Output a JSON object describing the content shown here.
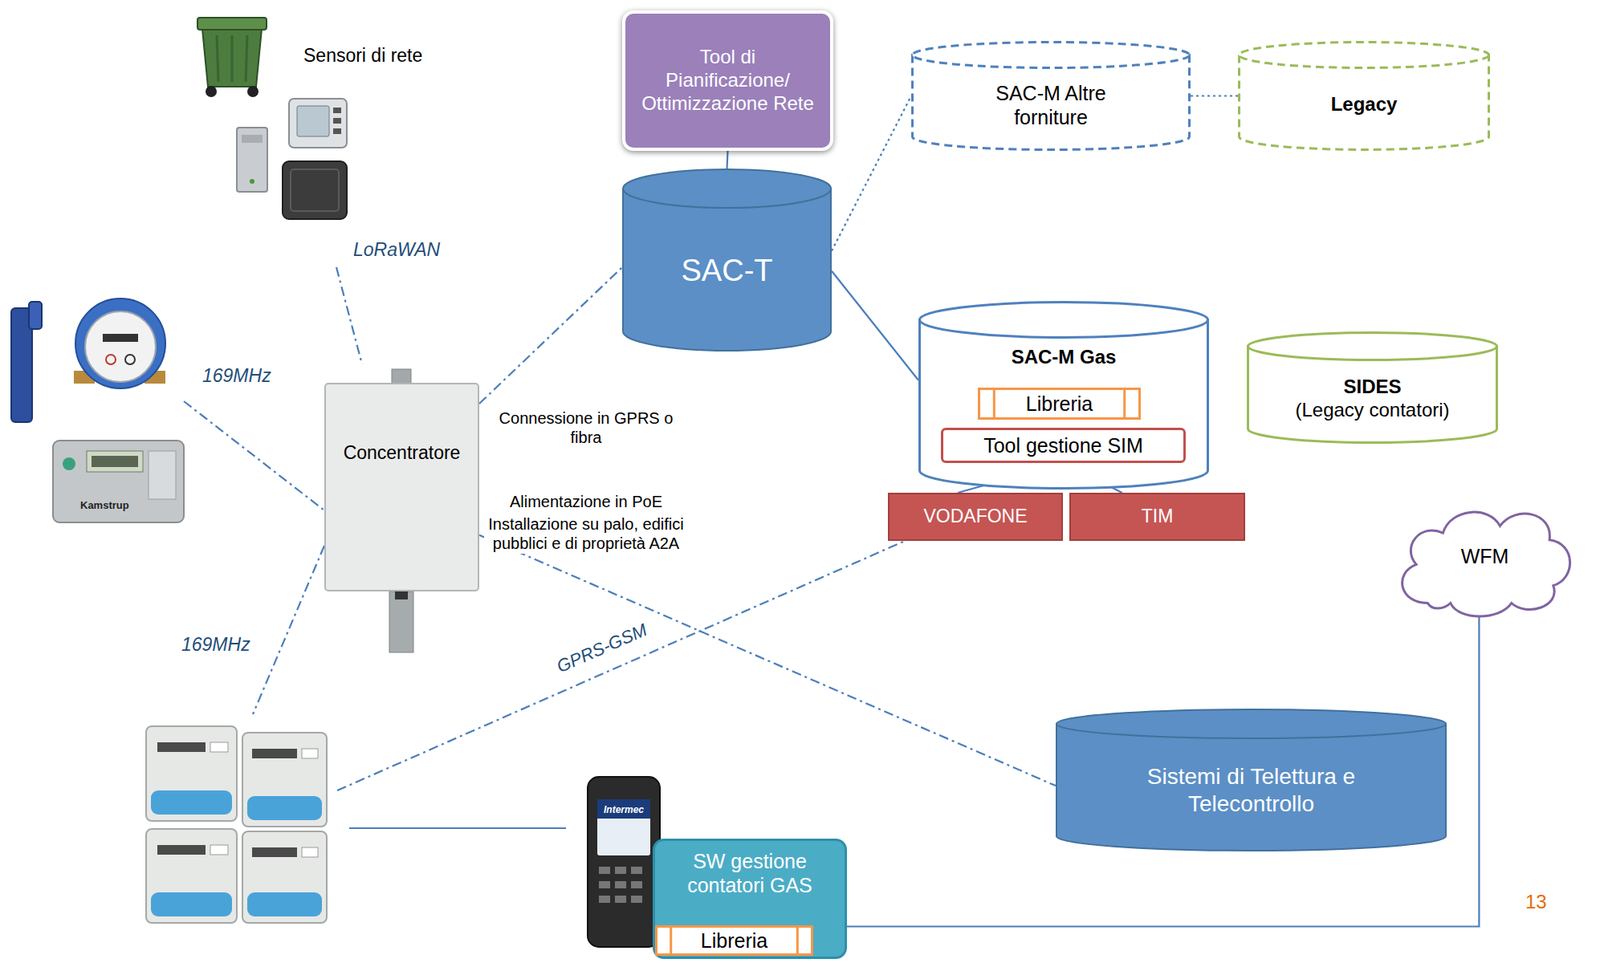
{
  "diagram": {
    "nodes": [
      {
        "text": [
          "Tool di Pianificazione/ Ottimizzazione Rete"
        ]
      },
      {
        "text": [
          "SAC-T"
        ]
      },
      {
        "text": [
          "SAC-M Altre forniture"
        ]
      },
      {
        "text": [
          "Legacy"
        ]
      },
      {
        "text": [
          "Concentratore"
        ]
      },
      {
        "text": [
          "SAC-M Gas"
        ]
      },
      {
        "text": [
          "Libreria"
        ],
        "in": 5
      },
      {
        "text": [
          "Tool gestione SIM"
        ],
        "in": 5
      },
      {
        "text": [
          "VODAFONE"
        ]
      },
      {
        "text": [
          "TIM"
        ]
      },
      {
        "text": [
          "SIDES",
          "(Legacy contatori)"
        ]
      },
      {
        "text": [
          "WFM"
        ]
      },
      {
        "text": [
          "Sistemi di Telettura e Telecontrollo"
        ]
      },
      {
        "text": [
          "SW gestione contatori GAS"
        ]
      },
      {
        "text": [
          "Libreria"
        ],
        "in": 13
      }
    ],
    "edges": [
      {
        "from": 0,
        "to": 1,
        "arrow": "none"
      },
      {
        "from": 4,
        "to": 1,
        "arrow": "none"
      },
      {
        "from": 1,
        "to": 2,
        "arrow": "none"
      },
      {
        "from": 2,
        "to": 3,
        "arrow": "none"
      },
      {
        "from": 1,
        "to": 5,
        "arrow": "none"
      },
      {
        "from": 7,
        "to": 8,
        "arrow": "none"
      },
      {
        "from": 7,
        "to": 9,
        "arrow": "none"
      },
      {
        "from": 4,
        "to": 12,
        "arrow": "none"
      },
      {
        "from": 13,
        "to": 11,
        "arrow": "none"
      }
    ],
    "labels": [
      "Sensori di rete",
      "LoRaWAN",
      "169MHz",
      "169MHz",
      "Kamstrup",
      "Connessione in GPRS o fibra",
      "Alimentazione in PoE",
      "Installazione su palo, edifici pubblici e di proprietà A2A",
      "GPRS-GSM",
      "Intermec",
      "13"
    ]
  }
}
